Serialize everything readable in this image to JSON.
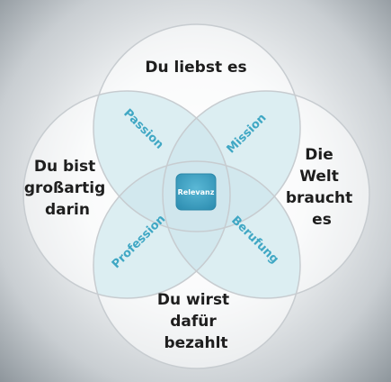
{
  "circles": {
    "top": [
      "Du liebst es"
    ],
    "left": [
      "Du bist",
      "großartig",
      "darin"
    ],
    "right": [
      "Die",
      "Welt",
      "braucht",
      "es"
    ],
    "bottom": [
      "Du wirst",
      "dafür",
      "bezahlt"
    ]
  },
  "overlaps": {
    "passion": "Passion",
    "mission": "Mission",
    "profession": "Profession",
    "berufung": "Berufung"
  },
  "center": "Relevanz",
  "colors": {
    "overlap_fill": "#d8ecf1",
    "overlap_text": "#3fa7c4",
    "center_fill": "#3a9ec0",
    "circle_stroke": "#c7ccd0",
    "text": "#1e1e1e"
  }
}
